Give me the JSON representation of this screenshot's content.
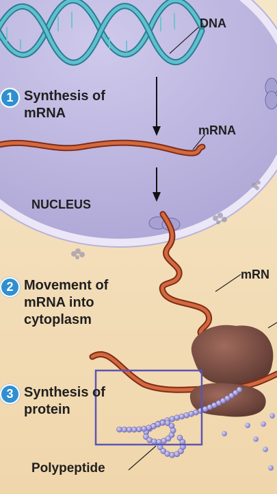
{
  "labels": {
    "dna": "DNA",
    "mrna_nucleus": "mRNA",
    "nucleus": "NUCLEUS",
    "mrna_cytoplasm": "mRN",
    "polypeptide": "Polypeptide"
  },
  "steps": [
    {
      "number": "1",
      "lines": [
        "Synthesis of",
        "mRNA"
      ]
    },
    {
      "number": "2",
      "lines": [
        "Movement of",
        "mRNA into",
        "cytoplasm"
      ]
    },
    {
      "number": "3",
      "lines": [
        "Synthesis of",
        "protein"
      ]
    }
  ],
  "colors": {
    "cytoplasm": "#f3dcb6",
    "nucleus": "#bcb6dd",
    "nucleus_border": "#e9e3f6",
    "dna": "#3fa0b2",
    "mrna": "#c6532d",
    "ribosome": "#7a4a3f",
    "polypeptide_bead": "#9d98d6",
    "highlight_box": "#5a55b5",
    "step_badge": "#2f8fd0"
  }
}
